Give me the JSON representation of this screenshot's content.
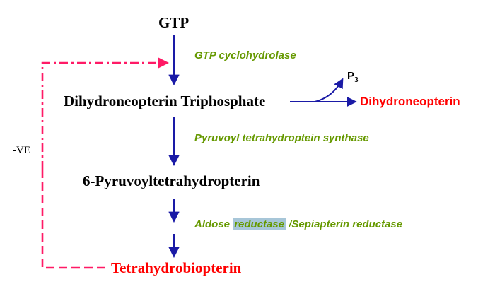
{
  "nodes": {
    "gtp": "GTP",
    "dihydroneopterin_triphosphate": "Dihydroneopterin Triphosphate",
    "pyruvoyl": "6-Pyruvoyltetrahydropterin",
    "tetrahydrobiopterin": "Tetrahydrobiopterin",
    "dihydroneopterin": "Dihydroneopterin",
    "p3_main": "P",
    "p3_sub": "3"
  },
  "enzymes": {
    "gtp_cyclohydrolase": "GTP cyclohydrolase",
    "ptps": "Pyruvoyl tetrahydroptein synthase",
    "aldose_pre": "Aldose ",
    "aldose_highlight": "reductase",
    "aldose_post": " /Sepiapterin reductase"
  },
  "feedback_label": "-VE",
  "colors": {
    "arrow": "#1a1aa6",
    "enzyme": "#669900",
    "product": "#ff0000",
    "feedback": "#ff1a66",
    "highlight": "#a7c6d8"
  }
}
